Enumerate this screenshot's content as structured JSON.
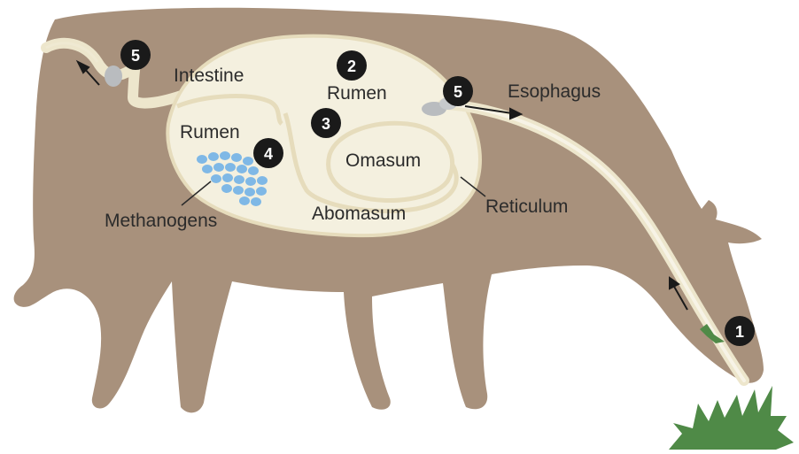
{
  "labels": {
    "intestine": "Intestine",
    "rumen_top": "Rumen",
    "rumen_left": "Rumen",
    "esophagus": "Esophagus",
    "omasum": "Omasum",
    "reticulum": "Reticulum",
    "abomasum": "Abomasum",
    "methanogens": "Methanogens"
  },
  "markers": {
    "m1": "1",
    "m2": "2",
    "m3": "3",
    "m4": "4",
    "m5_rear": "5",
    "m5_front": "5"
  },
  "colors": {
    "cow_body": "#a8917c",
    "stomach_fill": "#f4f0df",
    "tract": "#ede6cc",
    "marker": "#1a1a1a",
    "methanogens": "#7fb8e6",
    "grass": "#4f8a47",
    "gas": "#b9bcbf"
  }
}
